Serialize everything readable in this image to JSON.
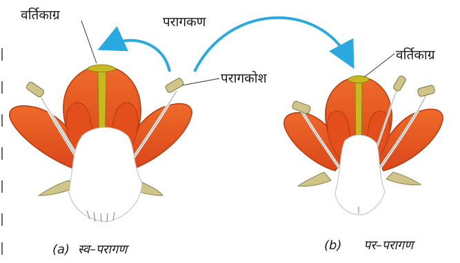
{
  "labels": {
    "stigma_left": "वर्तिकाग्र",
    "pollen_grain": "परागकण",
    "anther": "परागकोश",
    "stigma_right": "वर्तिकाग्र"
  },
  "captions": {
    "a_tag": "(a)",
    "a_text": "स्व–परागण",
    "b_tag": "(b)",
    "b_text": "पर–परागण"
  },
  "colors": {
    "petal": "#e4541c",
    "petal_edge": "#b23a0d",
    "arrow": "#2aa8e0",
    "stigma": "#c9b820",
    "anther": "#cfc48a",
    "base": "#ffffff"
  }
}
